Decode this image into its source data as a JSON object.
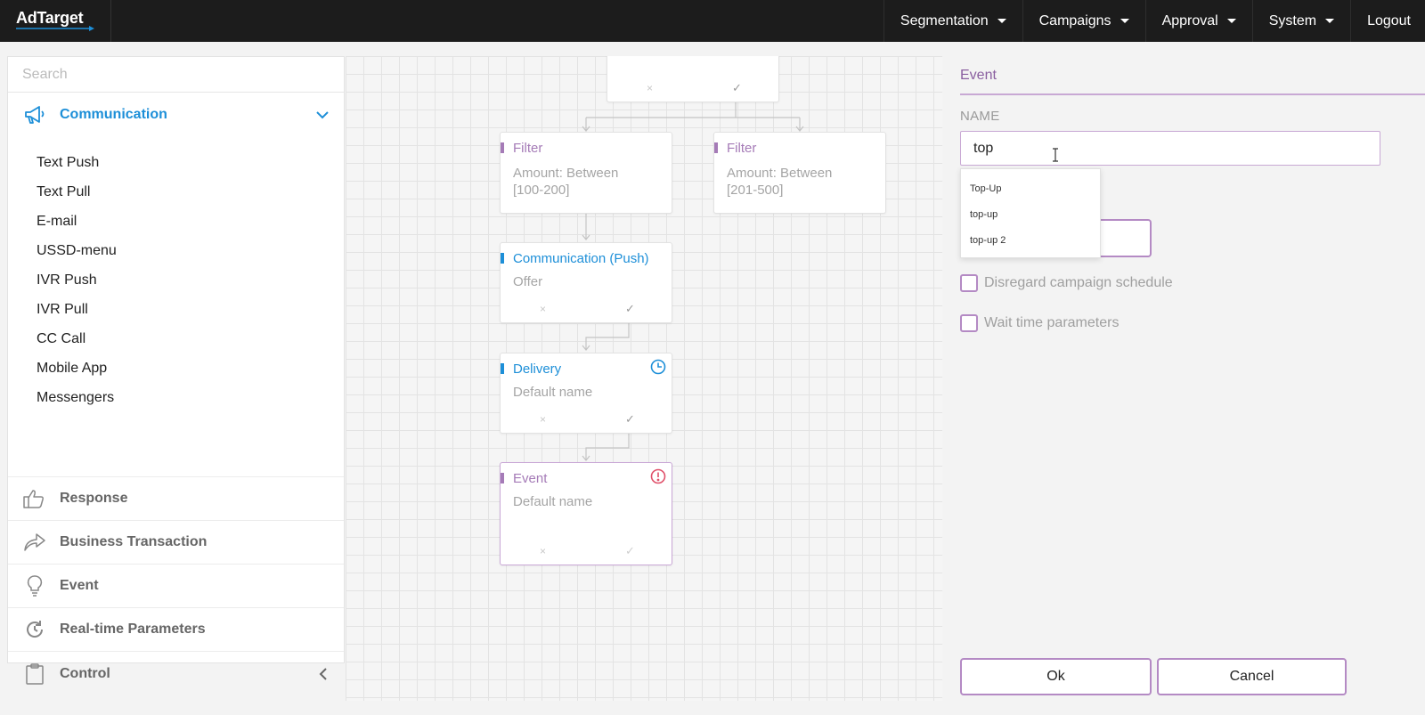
{
  "app": {
    "logo": "AdTarget"
  },
  "nav": [
    {
      "label": "Segmentation",
      "has_menu": true
    },
    {
      "label": "Campaigns",
      "has_menu": true
    },
    {
      "label": "Approval",
      "has_menu": true
    },
    {
      "label": "System",
      "has_menu": true
    },
    {
      "label": "Logout",
      "has_menu": false
    }
  ],
  "sidebar": {
    "search_placeholder": "Search",
    "communication": {
      "label": "Communication",
      "expanded": true,
      "items": [
        "Text Push",
        "Text Pull",
        "E-mail",
        "USSD-menu",
        "IVR Push",
        "IVR Pull",
        "CC Call",
        "Mobile App",
        "Messengers"
      ]
    },
    "sections": [
      {
        "label": "Response",
        "icon": "thumbs-up-icon"
      },
      {
        "label": "Business Transaction",
        "icon": "share-arrow-icon"
      },
      {
        "label": "Event",
        "icon": "lightbulb-icon"
      },
      {
        "label": "Real-time Parameters",
        "icon": "refresh-clock-icon"
      },
      {
        "label": "Control",
        "icon": "clipboard-icon"
      }
    ]
  },
  "canvas": {
    "nodes": [
      {
        "title": "",
        "subtitle": ""
      },
      {
        "title": "Filter",
        "subtitle_1": "Amount: Between",
        "subtitle_2": "[100-200]"
      },
      {
        "title": "Filter",
        "subtitle_1": "Amount: Between",
        "subtitle_2": "[201-500]"
      },
      {
        "title": "Communication (Push)",
        "subtitle": "Offer"
      },
      {
        "title": "Delivery",
        "subtitle": "Default name",
        "badge": "clock-icon"
      },
      {
        "title": "Event",
        "subtitle": "Default name",
        "badge": "alert-icon"
      }
    ],
    "glyphs": {
      "reject": "×",
      "accept": "✓"
    }
  },
  "panel": {
    "tab": "Event",
    "name_label": "NAME",
    "name_value": "top",
    "suggestions": [
      "Top-Up",
      "top-up",
      "top-up 2"
    ],
    "checkboxes": [
      {
        "label": "Disregard campaign schedule",
        "checked": false
      },
      {
        "label": "Wait time parameters",
        "checked": false
      }
    ],
    "ok_label": "Ok",
    "cancel_label": "Cancel"
  },
  "colors": {
    "accent_blue": "#1d8fd8",
    "accent_purple": "#a57bb7",
    "topbar": "#1c1c1c"
  }
}
